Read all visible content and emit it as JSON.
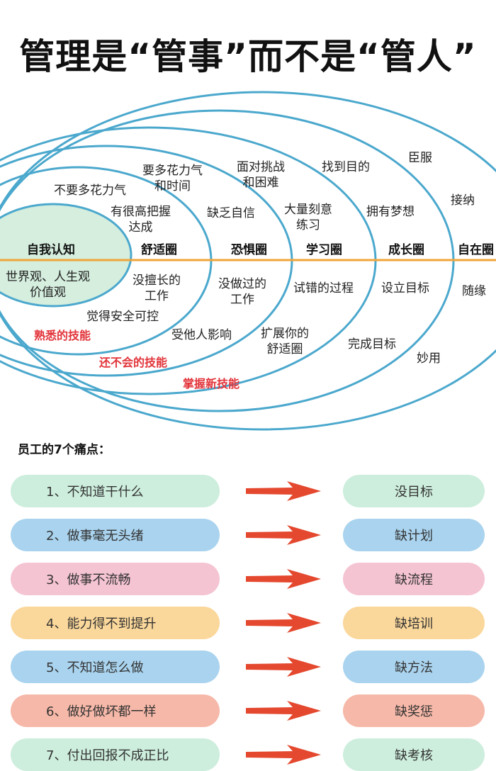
{
  "title": "管理是“管事”而不是“管人”",
  "zones": {
    "self": "自我认知",
    "comfort": "舒适圈",
    "fear": "恐惧圈",
    "learning": "学习圈",
    "growth": "成长圈",
    "freedom": "自在圈"
  },
  "upper_labels": {
    "comfort_1": "不要多花力气",
    "comfort_2": "有很高把握\n达成",
    "fear_1": "要多花力气\n和时间",
    "fear_2": "缺乏自信",
    "learn_1": "面对挑战\n和困难",
    "learn_2": "大量刻意\n练习",
    "growth_1": "找到目的",
    "growth_2": "拥有梦想",
    "free_1": "臣服",
    "free_2": "接纳"
  },
  "lower_labels": {
    "self_1": "世界观、人生观\n价值观",
    "comfort_1": "没擅长的\n工作",
    "comfort_2": "觉得安全可控",
    "fear_1": "没做过的\n工作",
    "fear_2": "受他人影响",
    "learn_1": "试错的过程",
    "learn_2": "扩展你的\n舒适圈",
    "growth_1": "设立目标",
    "growth_2": "完成目标",
    "free_1": "随缘",
    "free_2": "妙用"
  },
  "skills": {
    "familiar": "熟悉的技能",
    "unable": "还不会的技能",
    "master": "掌握新技能"
  },
  "pain_points": {
    "title": "员工的7个痛点：",
    "items": [
      {
        "problem": "1、不知道干什么",
        "cause": "没目标",
        "color": "#cdeedd"
      },
      {
        "problem": "2、做事毫无头绪",
        "cause": "缺计划",
        "color": "#a9d3ee"
      },
      {
        "problem": "3、做事不流畅",
        "cause": "缺流程",
        "color": "#f5c4d3"
      },
      {
        "problem": "4、能力得不到提升",
        "cause": "缺培训",
        "color": "#fad79a"
      },
      {
        "problem": "5、不知道怎么做",
        "cause": "缺方法",
        "color": "#a9d3ee"
      },
      {
        "problem": "6、做好做坏都一样",
        "cause": "缺奖惩",
        "color": "#f6b8a8"
      },
      {
        "problem": "7、付出回报不成正比",
        "cause": "缺考核",
        "color": "#cdeedd"
      }
    ]
  },
  "colors": {
    "ring": "#4ba8cd",
    "inner_fill": "#d5eede",
    "axis": "#f0a53a",
    "arrow": "#e4482e",
    "skill_text": "#e2343a"
  }
}
